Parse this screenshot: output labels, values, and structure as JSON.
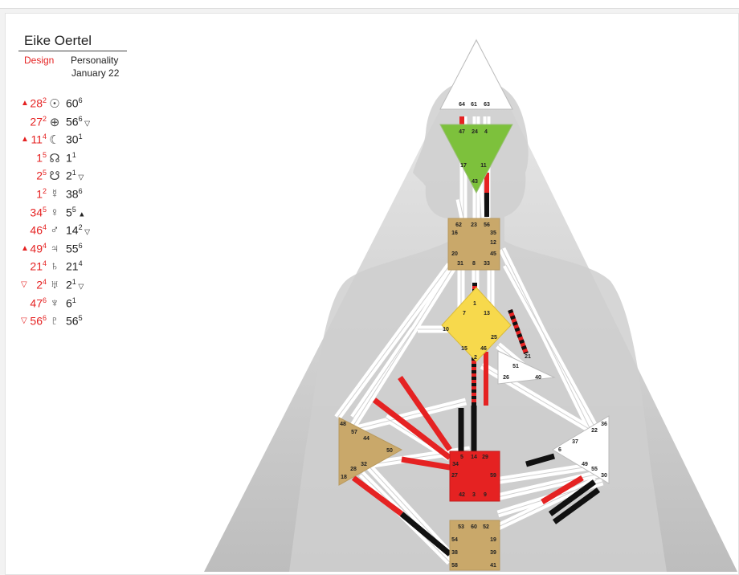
{
  "chart": {
    "name": "Eike Oertel",
    "design_label": "Design",
    "personality_label": "Personality",
    "date": "January 22"
  },
  "colors": {
    "design": "#e52222",
    "personality": "#111111",
    "head": "#ffffff",
    "ajna": "#7dc13c",
    "throat": "#c9a86a",
    "g_center": "#f7d94c",
    "sacral": "#e52222",
    "root": "#c9a86a",
    "spleen": "#c9a86a"
  },
  "planets": [
    {
      "name": "sun-icon",
      "glyph": "☉",
      "design_arrow": "▲",
      "design_gate": "28",
      "design_line": "2",
      "personality_gate": "60",
      "personality_line": "6",
      "personality_arrow": ""
    },
    {
      "name": "earth-icon",
      "glyph": "⊕",
      "design_arrow": "",
      "design_gate": "27",
      "design_line": "2",
      "personality_gate": "56",
      "personality_line": "6",
      "personality_arrow": "▽"
    },
    {
      "name": "moon-icon",
      "glyph": "☾",
      "design_arrow": "▲",
      "design_gate": "11",
      "design_line": "4",
      "personality_gate": "30",
      "personality_line": "1",
      "personality_arrow": ""
    },
    {
      "name": "north-node-icon",
      "glyph": "☊",
      "design_arrow": "",
      "design_gate": "1",
      "design_line": "5",
      "personality_gate": "1",
      "personality_line": "1",
      "personality_arrow": ""
    },
    {
      "name": "south-node-icon",
      "glyph": "☋",
      "design_arrow": "",
      "design_gate": "2",
      "design_line": "5",
      "personality_gate": "2",
      "personality_line": "1",
      "personality_arrow": "▽"
    },
    {
      "name": "mercury-icon",
      "glyph": "☿",
      "design_arrow": "",
      "design_gate": "1",
      "design_line": "2",
      "personality_gate": "38",
      "personality_line": "6",
      "personality_arrow": ""
    },
    {
      "name": "venus-icon",
      "glyph": "♀",
      "design_arrow": "",
      "design_gate": "34",
      "design_line": "5",
      "personality_gate": "5",
      "personality_line": "5",
      "personality_arrow": "▲"
    },
    {
      "name": "mars-icon",
      "glyph": "♂",
      "design_arrow": "",
      "design_gate": "46",
      "design_line": "4",
      "personality_gate": "14",
      "personality_line": "2",
      "personality_arrow": "▽"
    },
    {
      "name": "jupiter-icon",
      "glyph": "♃",
      "design_arrow": "▲",
      "design_gate": "49",
      "design_line": "4",
      "personality_gate": "55",
      "personality_line": "6",
      "personality_arrow": ""
    },
    {
      "name": "saturn-icon",
      "glyph": "♄",
      "design_arrow": "",
      "design_gate": "21",
      "design_line": "4",
      "personality_gate": "21",
      "personality_line": "4",
      "personality_arrow": ""
    },
    {
      "name": "uranus-icon",
      "glyph": "♅",
      "design_arrow": "▽",
      "design_gate": "2",
      "design_line": "4",
      "personality_gate": "2",
      "personality_line": "1",
      "personality_arrow": "▽"
    },
    {
      "name": "neptune-icon",
      "glyph": "♆",
      "design_arrow": "",
      "design_gate": "47",
      "design_line": "6",
      "personality_gate": "6",
      "personality_line": "1",
      "personality_arrow": ""
    },
    {
      "name": "pluto-icon",
      "glyph": "♇",
      "design_arrow": "▽",
      "design_gate": "56",
      "design_line": "6",
      "personality_gate": "56",
      "personality_line": "5",
      "personality_arrow": ""
    }
  ],
  "gates": {
    "head": [
      "64",
      "61",
      "63"
    ],
    "ajna": [
      "47",
      "24",
      "4",
      "17",
      "11",
      "43"
    ],
    "throat": [
      "62",
      "23",
      "56",
      "16",
      "35",
      "12",
      "20",
      "45",
      "31",
      "8",
      "33"
    ],
    "g": [
      "1",
      "7",
      "13",
      "10",
      "25",
      "15",
      "46",
      "2"
    ],
    "ego": [
      "21",
      "51",
      "26",
      "40"
    ],
    "spleen": [
      "48",
      "57",
      "44",
      "50",
      "32",
      "28",
      "18"
    ],
    "sacral": [
      "5",
      "14",
      "29",
      "34",
      "27",
      "59",
      "42",
      "3",
      "9"
    ],
    "solar": [
      "36",
      "22",
      "37",
      "6",
      "49",
      "55",
      "30"
    ],
    "root": [
      "53",
      "60",
      "52",
      "54",
      "19",
      "38",
      "39",
      "58",
      "41"
    ]
  }
}
